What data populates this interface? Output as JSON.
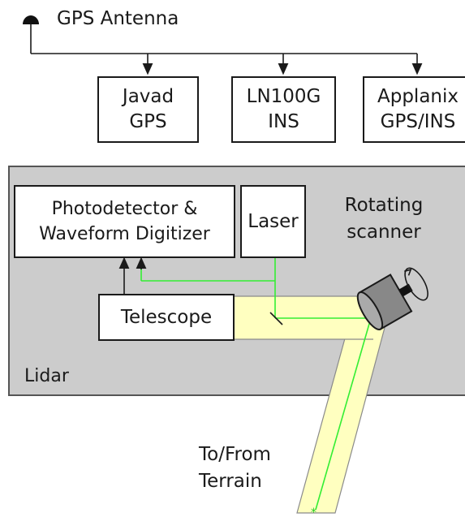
{
  "antenna": {
    "label": "GPS Antenna"
  },
  "instruments": [
    {
      "line1": "Javad",
      "line2": "GPS"
    },
    {
      "line1": "LN100G",
      "line2": "INS"
    },
    {
      "line1": "Applanix",
      "line2": "GPS/INS"
    }
  ],
  "lidar": {
    "label": "Lidar",
    "detector": {
      "line1": "Photodetector &",
      "line2": "Waveform Digitizer"
    },
    "laser": {
      "label": "Laser"
    },
    "telescope": {
      "label": "Telescope"
    },
    "scanner": {
      "line1": "Rotating",
      "line2": "scanner"
    }
  },
  "terrain": {
    "line1": "To/From",
    "line2": "Terrain"
  },
  "colors": {
    "housing": "#cccccc",
    "beam_fill": "#ffffc0",
    "laser_line": "#33ee33",
    "stroke": "#1a1a1a",
    "scanner_body": "#888888"
  }
}
